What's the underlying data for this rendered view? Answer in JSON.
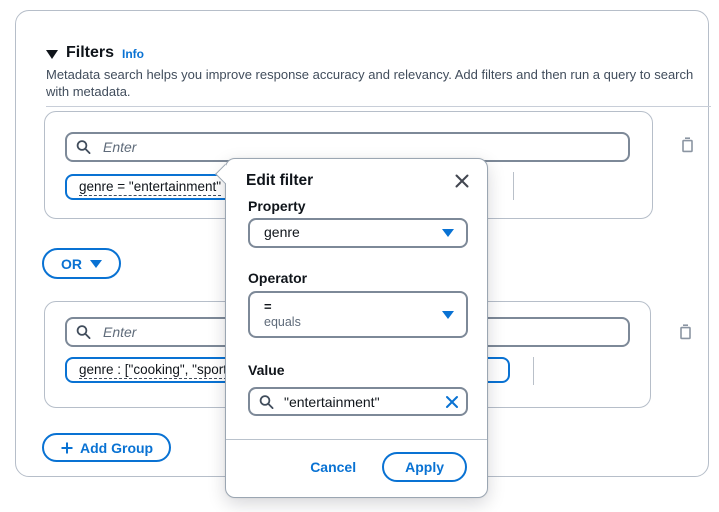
{
  "panel": {
    "title": "Filters",
    "info_label": "Info",
    "description": "Metadata search helps you improve response accuracy and relevancy. Add filters and then run a query to search with metadata."
  },
  "groups": [
    {
      "search_placeholder": "Enter",
      "chip": "genre = \"entertainment\""
    },
    {
      "search_placeholder": "Enter",
      "chip": "genre : [\"cooking\", \"sports\"]"
    }
  ],
  "or_button": {
    "label": "OR"
  },
  "add_group_button": {
    "label": "Add Group"
  },
  "popup": {
    "title": "Edit filter",
    "property": {
      "label": "Property",
      "value": "genre"
    },
    "operator": {
      "label": "Operator",
      "value": "=",
      "description": "equals"
    },
    "value": {
      "label": "Value",
      "value": "\"entertainment\""
    },
    "cancel_label": "Cancel",
    "apply_label": "Apply"
  },
  "icons": {
    "search": "magnifier",
    "trash": "trash-can",
    "close": "x",
    "clear": "x",
    "caret_down": "filled-triangle-down",
    "collapse": "filled-triangle-down",
    "plus": "+"
  },
  "colors": {
    "accent": "#0972d3",
    "text": "#0f141a",
    "secondary_text": "#5f6b7a",
    "input_border": "#7d8998",
    "container_border": "#b6bec9"
  }
}
